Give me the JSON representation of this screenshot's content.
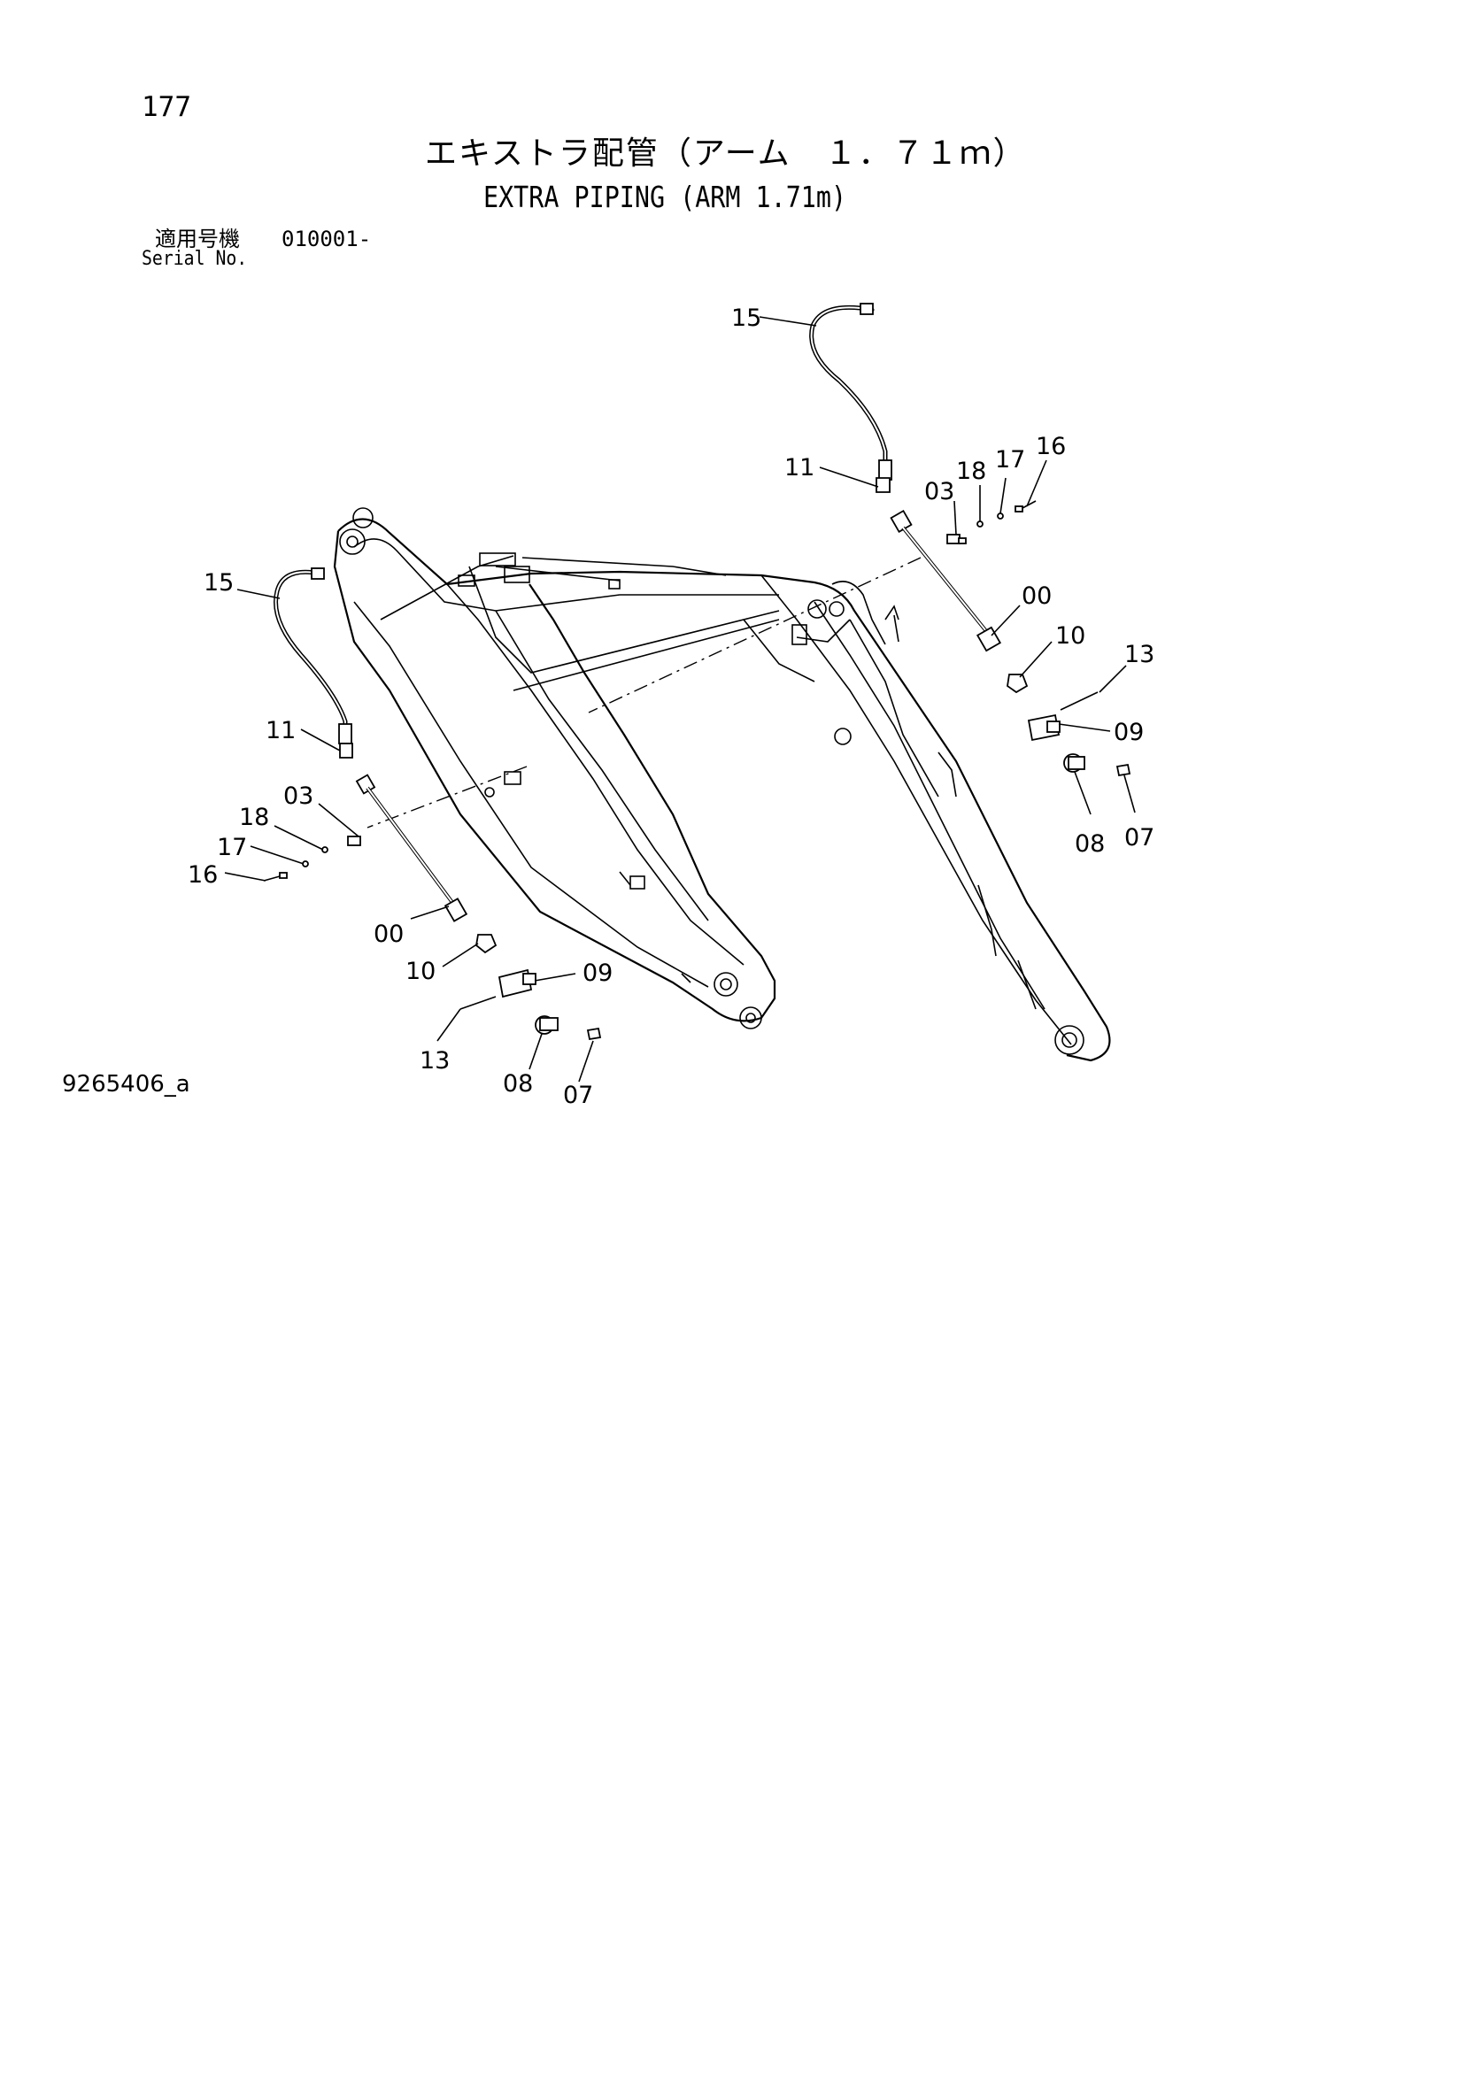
{
  "page": {
    "number": "177",
    "title_jp": "エキストラ配管（アーム　１．７１ｍ）",
    "title_en": "EXTRA PIPING (ARM 1.71m)",
    "serial_label_jp": "適用号機",
    "serial_value": "010001-",
    "serial_label_en": "Serial No.",
    "drawing_number": "9265406_a"
  },
  "callouts": {
    "right": {
      "c15": "15",
      "c11": "11",
      "c03": "03",
      "c18": "18",
      "c17": "17",
      "c16": "16",
      "c00": "00",
      "c10": "10",
      "c13": "13",
      "c09": "09",
      "c08": "08",
      "c07": "07"
    },
    "left": {
      "c15": "15",
      "c11": "11",
      "c03": "03",
      "c18": "18",
      "c17": "17",
      "c16": "16",
      "c00": "00",
      "c10": "10",
      "c09": "09",
      "c13": "13",
      "c08": "08",
      "c07": "07"
    }
  }
}
